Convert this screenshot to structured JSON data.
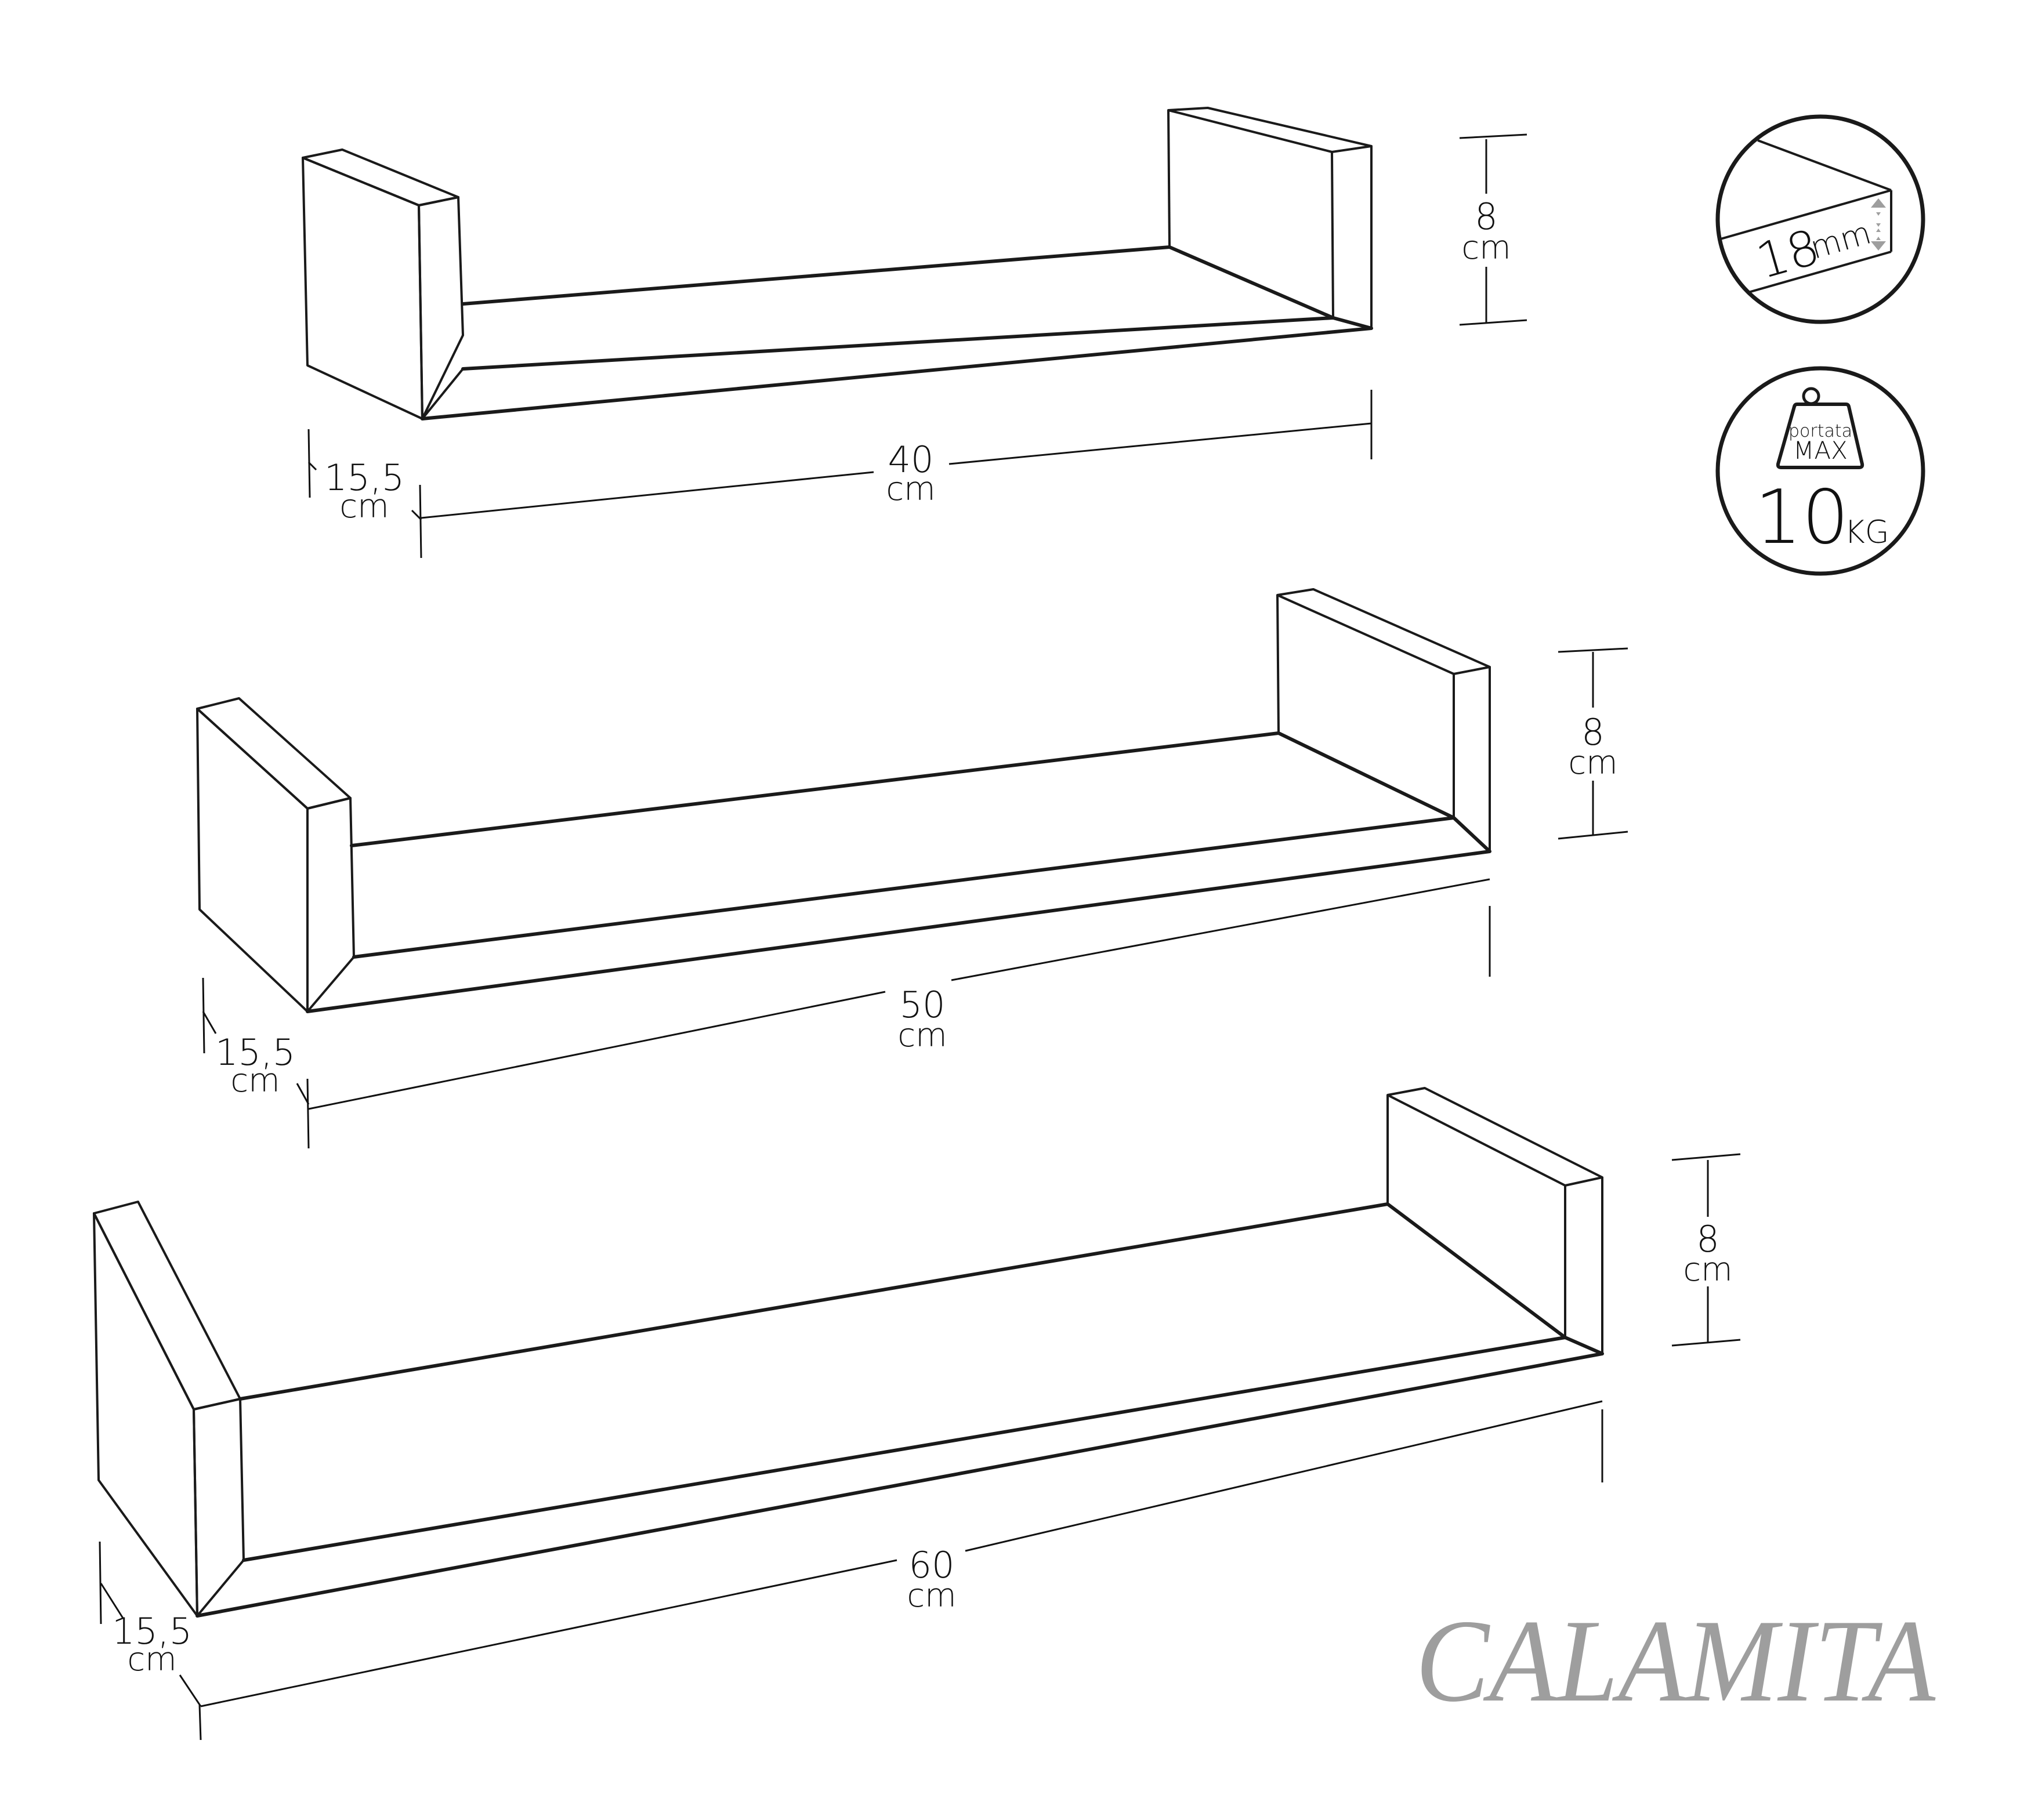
{
  "diagram": {
    "type": "product-dimension-drawing",
    "subject": "U-shaped floating wall shelves, set of 3"
  },
  "shelves": [
    {
      "id": "small",
      "width_value": "40",
      "depth_value": "15,5",
      "height_value": "8",
      "unit": "cm"
    },
    {
      "id": "medium",
      "width_value": "50",
      "depth_value": "15,5",
      "height_value": "8",
      "unit": "cm"
    },
    {
      "id": "large",
      "width_value": "60",
      "depth_value": "15,5",
      "height_value": "8",
      "unit": "cm"
    }
  ],
  "badges": {
    "thickness": {
      "value": "18",
      "unit": "mm",
      "icon": "board-thickness-icon"
    },
    "max_load": {
      "caption_line1": "portata",
      "caption_line2": "MAX",
      "value": "10",
      "unit": "KG",
      "icon": "weight-icon"
    }
  },
  "brand": {
    "name": "CALAMITA",
    "color": "#9e9e9e"
  },
  "colors": {
    "line": "#1a1a1a",
    "background": "#ffffff",
    "accent_grey": "#9e9e9e"
  }
}
